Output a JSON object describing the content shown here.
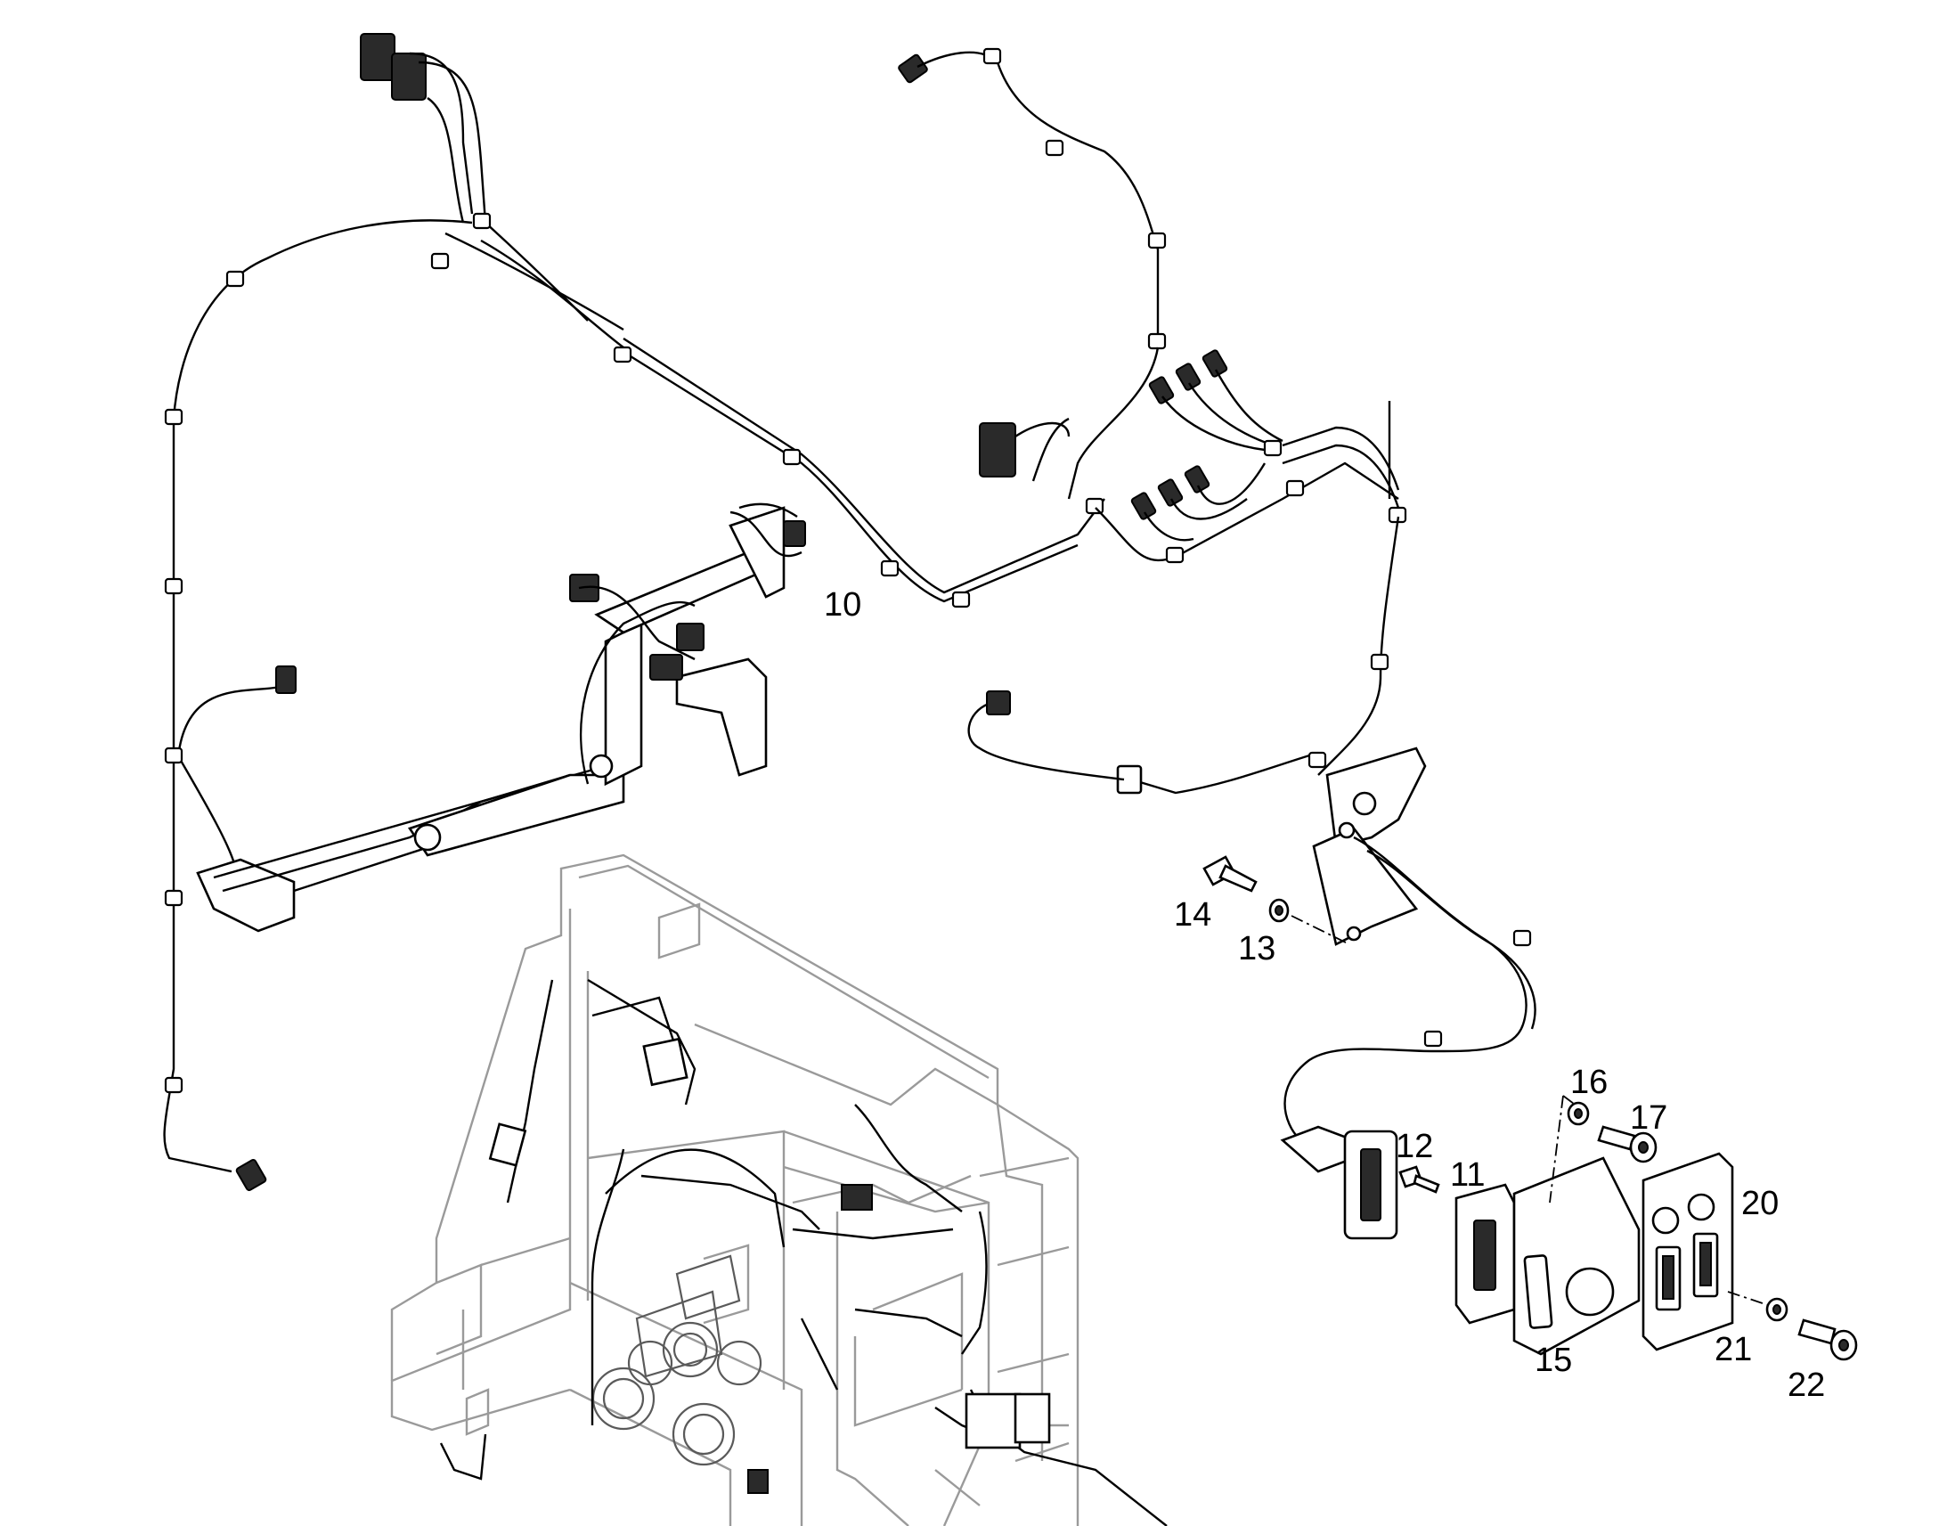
{
  "callouts": {
    "c10": "10",
    "c11": "11",
    "c12": "12",
    "c13": "13",
    "c14": "14",
    "c15": "15",
    "c16": "16",
    "c17": "17",
    "c20": "20",
    "c21": "21",
    "c22": "22"
  },
  "colors": {
    "line": "#000000",
    "frame": "#9a9a9a",
    "background": "#ffffff"
  }
}
